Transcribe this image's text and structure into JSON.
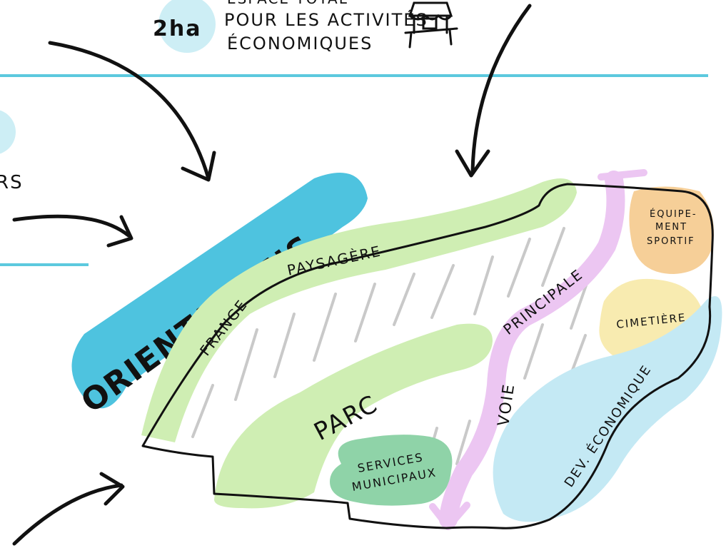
{
  "header": {
    "area": "2ha",
    "line_cut": "ESPACE TOTAL",
    "line1": "POUR LES ACTIVITÉS",
    "line2": "ÉCONOMIQUES"
  },
  "left_fragment": {
    "text": "RS"
  },
  "banner": {
    "title": "ORIENTATIONS"
  },
  "zones": {
    "frange": "FRANGE PAYSAGÈRE",
    "parc": "PARC",
    "services_line1": "SERVICES",
    "services_line2": "MUNICIPAUX",
    "voie": "VOIE",
    "principale": "PRINCIPALE",
    "equipement_line1": "ÉQUIPE-",
    "equipement_line2": "MENT",
    "equipement_line3": "SPORTIF",
    "cimetiere": "CIMETIÈRE",
    "dev_eco": "DEV. ÉCONOMIQUE"
  },
  "colors": {
    "cyan_line": "#5cc9de",
    "banner": "#4ec3df",
    "green": "#cfeeb3",
    "services": "#8fd3a8",
    "pink": "#ecc6f2",
    "orange": "#f6cf98",
    "yellow": "#f8ebb0",
    "lightblue": "#c4e9f4",
    "circle": "#cdeef5",
    "hatch": "#c9c9c9",
    "ink": "#111111"
  }
}
